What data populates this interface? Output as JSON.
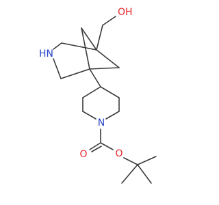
{
  "molecule": {
    "atoms": {
      "hydroxyl": "OH",
      "amine": "HN",
      "piperidine_n": "N",
      "ester_o": "O",
      "carbonyl_o": "O"
    },
    "colors": {
      "bond": "#3a3a3a",
      "oxygen": "#e8262a",
      "nitrogen": "#2342c8"
    }
  }
}
